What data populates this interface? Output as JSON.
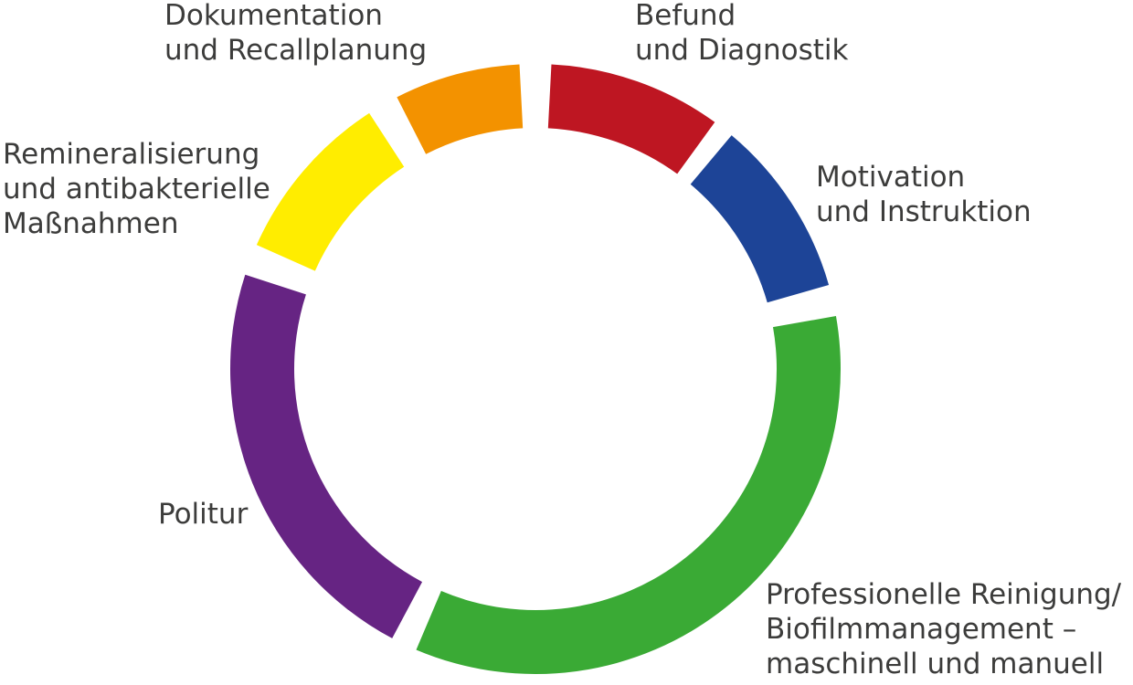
{
  "diagram": {
    "segments": [
      {
        "id": "befund",
        "lines": [
          "Befund",
          "und Diagnostik"
        ],
        "color": "#be1622"
      },
      {
        "id": "motivation",
        "lines": [
          "Motivation",
          "und Instruktion"
        ],
        "color": "#1d4497"
      },
      {
        "id": "reinigung",
        "lines": [
          "Professionelle Reinigung/",
          "Biofilmmanagement –",
          "maschinell und manuell"
        ],
        "color": "#3aaa35"
      },
      {
        "id": "politur",
        "lines": [
          "Politur"
        ],
        "color": "#662483"
      },
      {
        "id": "remin",
        "lines": [
          "Remineralisierung",
          "und antibakterielle",
          "Maßnahmen"
        ],
        "color": "#ffed00"
      },
      {
        "id": "doku",
        "lines": [
          "Dokumentation",
          "und Recallplanung"
        ],
        "color": "#f39200"
      }
    ]
  }
}
